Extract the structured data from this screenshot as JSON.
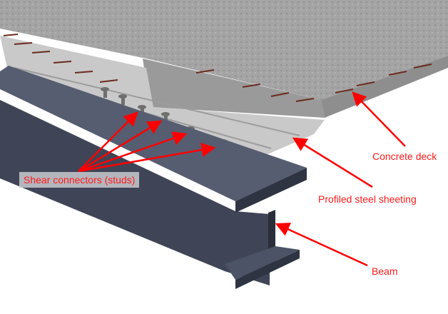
{
  "labels": {
    "shear_connectors": "Shear connectors (studs)",
    "concrete_deck": "Concrete deck",
    "profiled_sheeting": "Profiled steel sheeting",
    "beam": "Beam"
  },
  "colors": {
    "label": "#ff1a1a",
    "arrow": "#ff0000",
    "concrete": "#a9a9a9",
    "steel_sheeting": "#c8c8c8",
    "beam": "#4a5164"
  }
}
